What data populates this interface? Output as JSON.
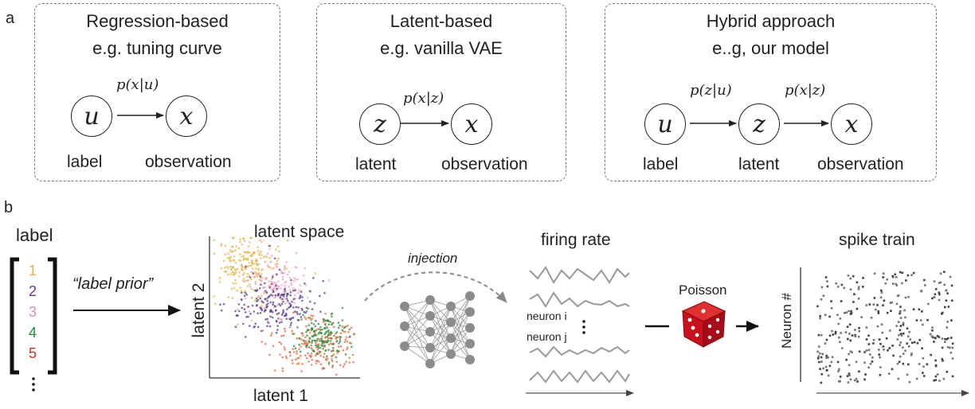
{
  "panel_a": {
    "letter": "a",
    "boxes": [
      {
        "title": "Regression-based",
        "subtitle": "e.g.  tuning curve",
        "nodes": [
          {
            "symbol": "u",
            "caption": "label"
          },
          {
            "symbol": "x",
            "caption": "observation"
          }
        ],
        "edges": [
          "p(x|u)"
        ]
      },
      {
        "title": "Latent-based",
        "subtitle": "e.g.  vanilla VAE",
        "nodes": [
          {
            "symbol": "z",
            "caption": "latent"
          },
          {
            "symbol": "x",
            "caption": "observation"
          }
        ],
        "edges": [
          "p(x|z)"
        ]
      },
      {
        "title": "Hybrid approach",
        "subtitle": "e..g, our model",
        "nodes": [
          {
            "symbol": "u",
            "caption": "label"
          },
          {
            "symbol": "z",
            "caption": "latent"
          },
          {
            "symbol": "x",
            "caption": "observation"
          }
        ],
        "edges": [
          "p(z|u)",
          "p(x|z)"
        ]
      }
    ]
  },
  "panel_b": {
    "letter": "b",
    "label_title": "label",
    "label_values": [
      {
        "text": "1",
        "color": "#e8b23a"
      },
      {
        "text": "2",
        "color": "#6b3a8c"
      },
      {
        "text": "3",
        "color": "#d98ab8"
      },
      {
        "text": "4",
        "color": "#1f8a3a"
      },
      {
        "text": "5",
        "color": "#c0392b"
      }
    ],
    "label_prior": "“label prior”",
    "latent_space_title": "latent space",
    "latent_xlabel": "latent 1",
    "latent_ylabel": "latent 2",
    "cluster_colors": [
      "#eab54a",
      "#f0a0c0",
      "#5a3c8e",
      "#e2683a",
      "#2d8a3c"
    ],
    "injection": "injection",
    "firing_rate_title": "firing rate",
    "neuron_i": "neuron i",
    "neuron_j": "neuron j",
    "poisson": "Poisson",
    "spike_train_title": "spike train",
    "neuron_axis": "Neuron #",
    "accent_dice": "#c8101e"
  }
}
